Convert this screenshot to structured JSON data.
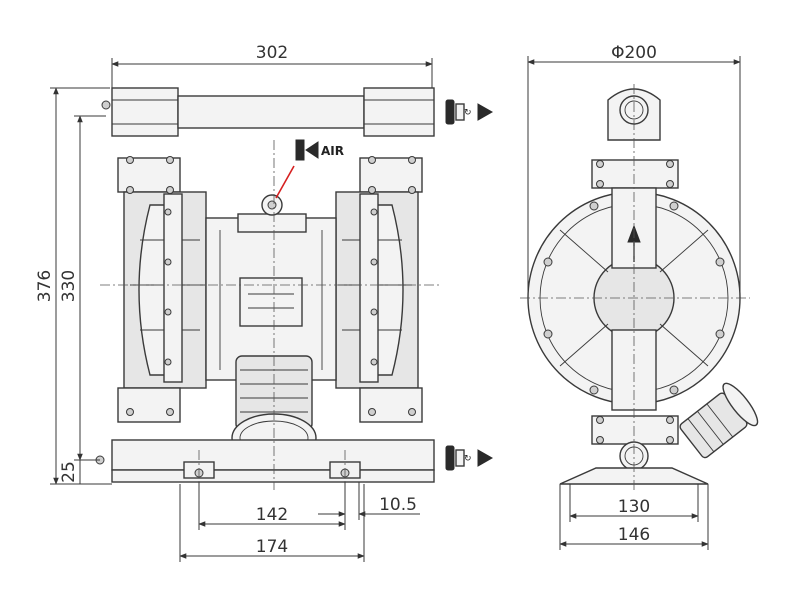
{
  "labels": {
    "air": "AIR"
  },
  "dimensions": {
    "overall_width": "302",
    "overall_height": "376",
    "port_height": "330",
    "base_height": "25",
    "mount_spacing": "142",
    "base_width": "174",
    "hole_offset": "10.5",
    "diameter": "Φ200",
    "side_mount_spacing": "130",
    "side_base_width": "146"
  },
  "colors": {
    "line": "#3a3a3a",
    "fill": "#e6e6e6",
    "accent": "#d62020"
  },
  "icons": {
    "inlet_outlet": "flow-arrow-icon",
    "air_inlet": "air-arrow-icon"
  }
}
